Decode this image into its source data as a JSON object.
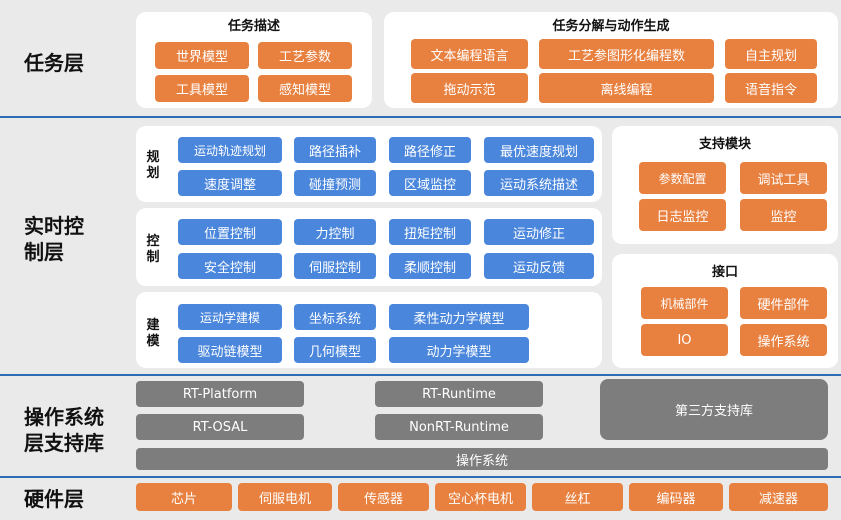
{
  "layers": {
    "task": "任务层",
    "realtime": "实时控制层",
    "os": "操作系统层支持库",
    "hardware": "硬件层"
  },
  "task_desc": {
    "title": "任务描述",
    "items": [
      "世界模型",
      "工艺参数",
      "工具模型",
      "感知模型"
    ]
  },
  "task_decomp": {
    "title": "任务分解与动作生成",
    "items": [
      "文本编程语言",
      "工艺参图形化编程数",
      "自主规划",
      "拖动示范",
      "离线编程",
      "语音指令"
    ]
  },
  "planning": {
    "label": "规划",
    "items": [
      "运动轨迹规划",
      "路径插补",
      "路径修正",
      "最优速度规划",
      "速度调整",
      "碰撞预测",
      "区域监控",
      "运动系统描述"
    ]
  },
  "control": {
    "label": "控制",
    "items": [
      "位置控制",
      "力控制",
      "扭矩控制",
      "运动修正",
      "安全控制",
      "伺服控制",
      "柔顺控制",
      "运动反馈"
    ]
  },
  "modeling": {
    "label": "建模",
    "items": [
      "运动学建模",
      "坐标系统",
      "柔性动力学模型",
      "驱动链模型",
      "几何模型",
      "动力学模型"
    ]
  },
  "support": {
    "title": "支持模块",
    "items": [
      "参数配置",
      "调试工具",
      "日志监控",
      "监控"
    ]
  },
  "interface": {
    "title": "接口",
    "items": [
      "机械部件",
      "硬件部件",
      "IO",
      "操作系统"
    ]
  },
  "oslib": {
    "items": [
      "RT-Platform",
      "RT-Runtime",
      "RT-OSAL",
      "NonRT-Runtime",
      "第三方支持库",
      "操作系统"
    ]
  },
  "hardware": {
    "items": [
      "芯片",
      "伺服电机",
      "传感器",
      "空心杯电机",
      "丝杠",
      "编码器",
      "减速器"
    ]
  },
  "colors": {
    "orange": "#e8803f",
    "blue": "#4a86db",
    "gray": "#7d7d7d",
    "separator": "#2e6cb5",
    "band": "#eaeaea"
  }
}
